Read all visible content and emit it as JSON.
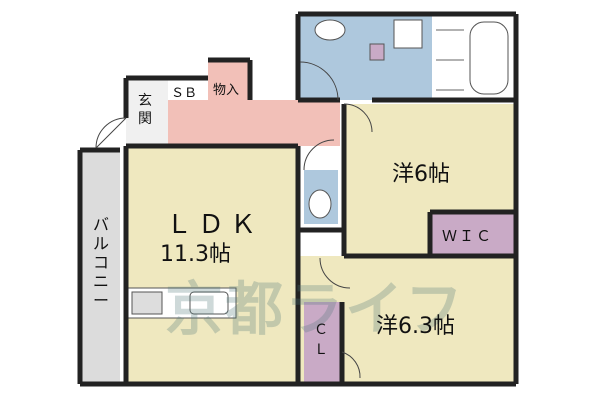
{
  "rooms": {
    "genkan": "玄関",
    "sb": "ＳＢ",
    "monoire": "物入",
    "ldk_title": "ＬＤＫ",
    "ldk_size": "11.3帖",
    "yo6": "洋6帖",
    "wic": "ＷＩＣ",
    "balcony": "バルコニー",
    "cl": "ＣＬ",
    "yo63": "洋6.3帖"
  },
  "watermark": "京都ライフ",
  "colors": {
    "wall": "#222222",
    "floor": "#efe8bf",
    "entry": "#f2c0b8",
    "wet": "#aec8dd",
    "closet": "#c9aac6",
    "balcony": "#dcdcdc"
  }
}
